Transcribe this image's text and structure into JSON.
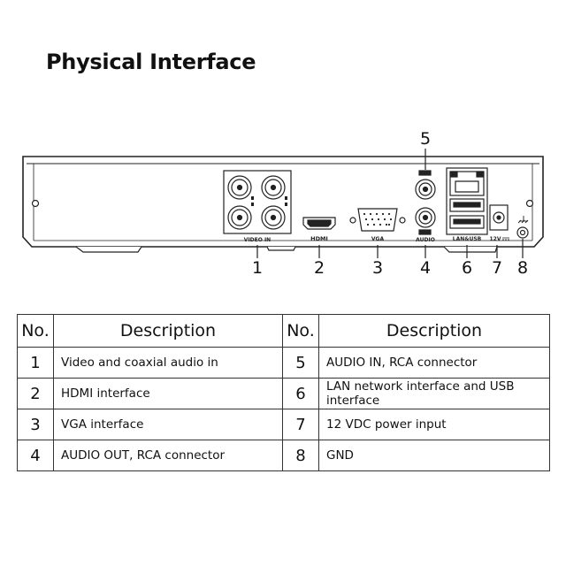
{
  "title": "Physical Interface",
  "panel_labels": {
    "video_in": "VIDEO IN",
    "hdmi": "HDMI",
    "vga": "VGA",
    "audio": "AUDIO",
    "lan_usb": "LAN&USB",
    "power": "12V"
  },
  "callouts": [
    "1",
    "2",
    "3",
    "4",
    "5",
    "6",
    "7",
    "8"
  ],
  "table": {
    "headers": {
      "no": "No.",
      "description": "Description"
    },
    "left": [
      {
        "no": "1",
        "desc": "Video and coaxial audio in"
      },
      {
        "no": "2",
        "desc": "HDMI interface"
      },
      {
        "no": "3",
        "desc": "VGA interface"
      },
      {
        "no": "4",
        "desc": "AUDIO OUT, RCA connector"
      }
    ],
    "right": [
      {
        "no": "5",
        "desc": "AUDIO IN, RCA connector"
      },
      {
        "no": "6",
        "desc": "LAN network interface and USB interface"
      },
      {
        "no": "7",
        "desc": "12 VDC power input"
      },
      {
        "no": "8",
        "desc": "GND"
      }
    ]
  }
}
